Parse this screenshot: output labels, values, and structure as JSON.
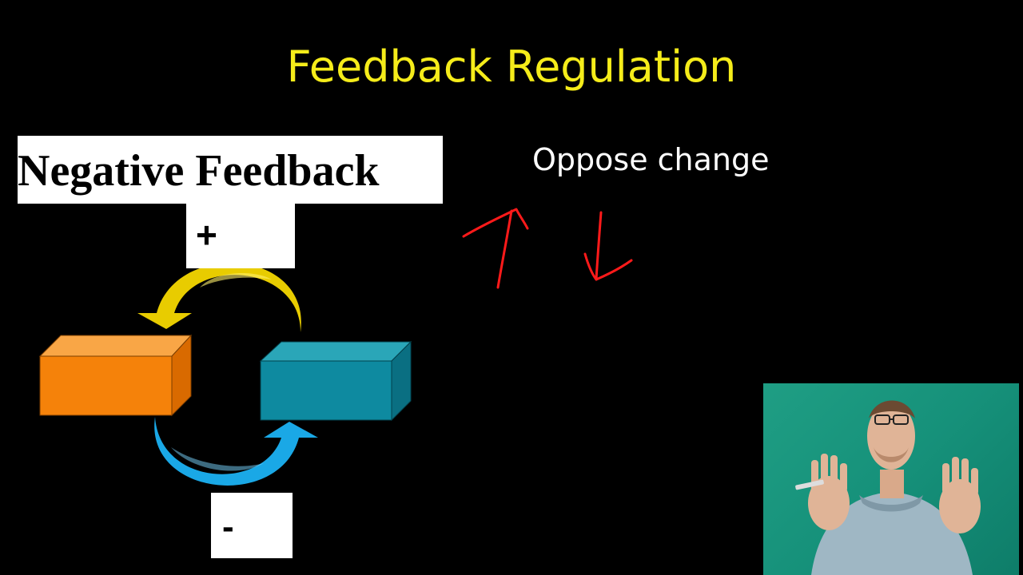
{
  "slide": {
    "title": "Feedback Regulation",
    "diagram_title": "Negative Feedback",
    "plus_label": "+",
    "minus_label": "-",
    "subtitle": "Oppose change"
  },
  "colors": {
    "title": "#f5ec1a",
    "orange_box": "#f5820a",
    "teal_box": "#0e8aa0",
    "yellow_arrow": "#f0d800",
    "blue_arrow": "#1aa8e6",
    "ink_red": "#ff1a1a"
  },
  "icons": {
    "up_arrow": "hand-drawn-up-arrow-icon",
    "down_arrow": "hand-drawn-down-arrow-icon"
  }
}
